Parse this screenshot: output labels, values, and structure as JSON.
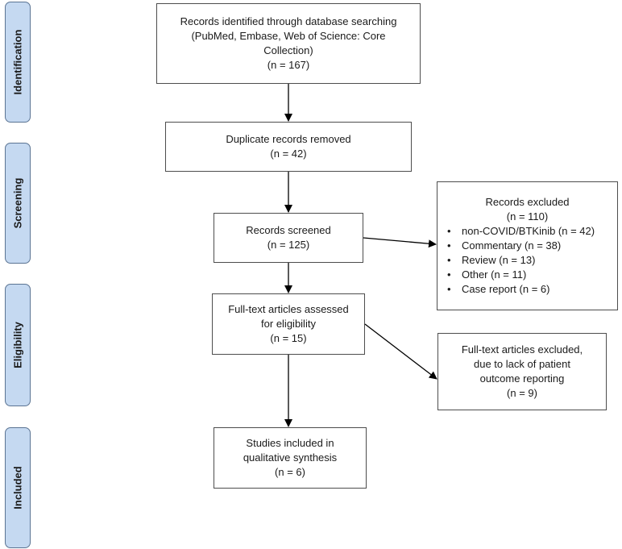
{
  "phases": {
    "identification": "Identification",
    "screening": "Screening",
    "eligibility": "Eligibility",
    "included": "Included"
  },
  "boxes": {
    "identified": {
      "line1": "Records identified through database searching",
      "line2": "(PubMed, Embase, Web of Science: Core",
      "line3": "Collection)",
      "count": "(n = 167)"
    },
    "duplicates": {
      "line1": "Duplicate records removed",
      "count": "(n = 42)"
    },
    "screened": {
      "line1": "Records screened",
      "count": "(n = 125)"
    },
    "excluded": {
      "title": "Records excluded",
      "count": "(n = 110)",
      "reasons": [
        "non-COVID/BTKinib (n = 42)",
        "Commentary (n = 38)",
        "Review (n = 13)",
        "Other (n = 11)",
        "Case report (n = 6)"
      ]
    },
    "fulltext": {
      "line1": "Full-text articles assessed",
      "line2": "for eligibility",
      "count": "(n = 15)"
    },
    "fulltext_excluded": {
      "line1": "Full-text articles excluded,",
      "line2": "due to lack of patient",
      "line3": "outcome reporting",
      "count": "(n = 9)"
    },
    "included": {
      "line1": "Studies included in",
      "line2": "qualitative synthesis",
      "count": "(n = 6)"
    }
  },
  "colors": {
    "phase_fill": "#c5d9f1",
    "phase_border": "#5b7493",
    "box_border": "#4d4d4d",
    "arrow": "#000000"
  }
}
